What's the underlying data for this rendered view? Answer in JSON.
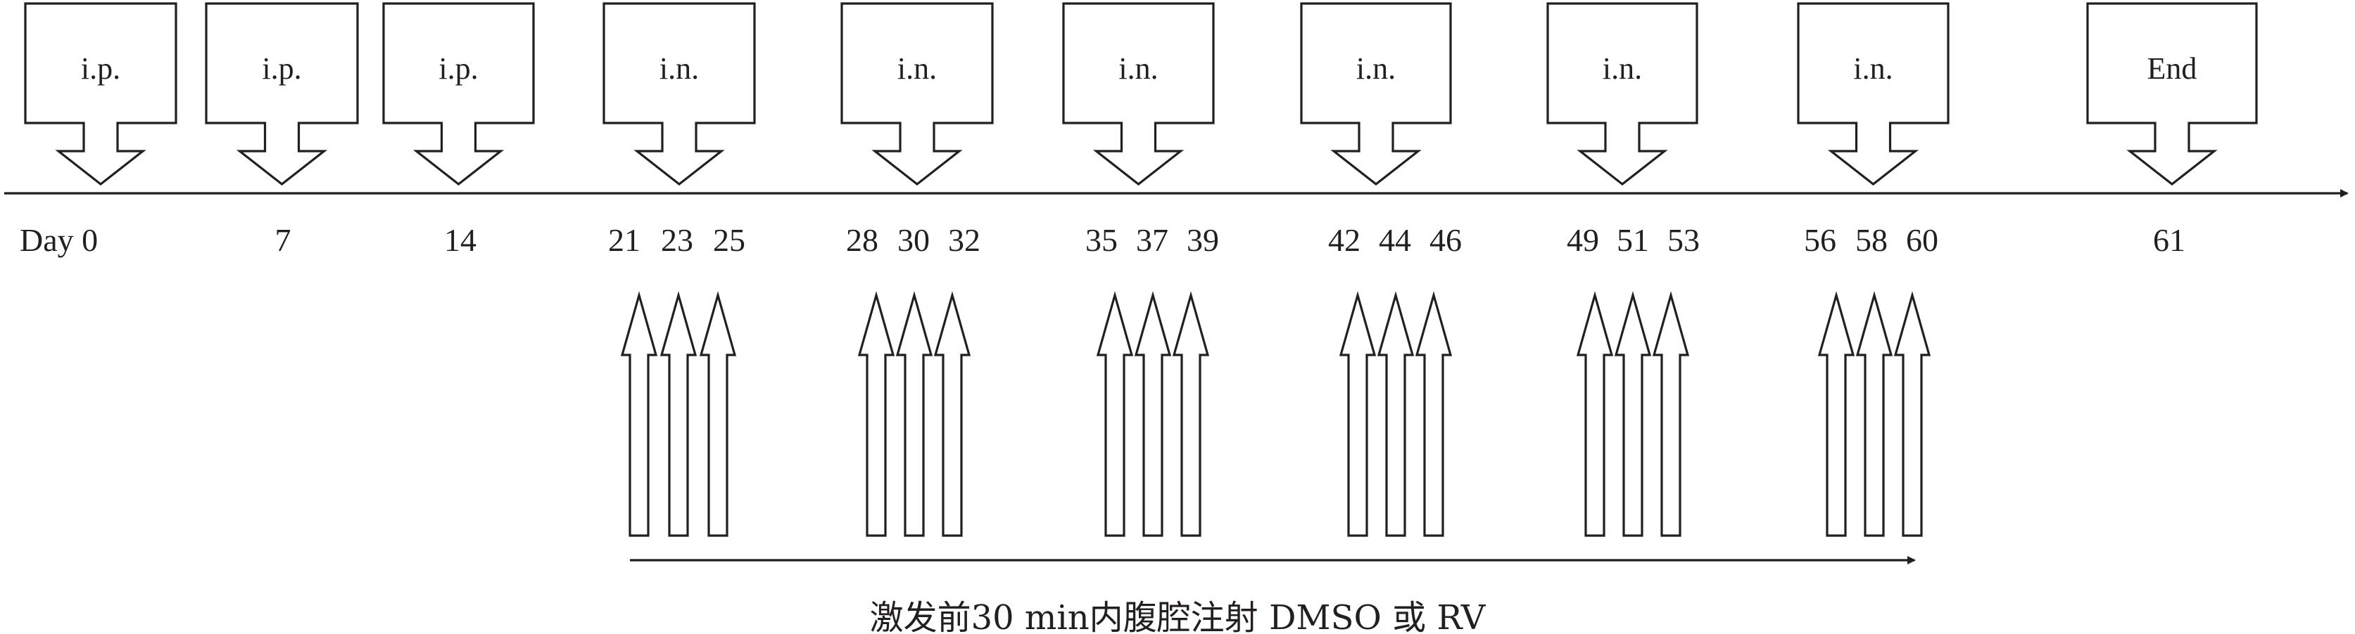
{
  "callouts": [
    {
      "label": "i.p."
    },
    {
      "label": "i.p."
    },
    {
      "label": "i.p."
    },
    {
      "label": "i.n."
    },
    {
      "label": "i.n."
    },
    {
      "label": "i.n."
    },
    {
      "label": "i.n."
    },
    {
      "label": "i.n."
    },
    {
      "label": "i.n."
    },
    {
      "label": "End"
    }
  ],
  "day_prefix": "Day",
  "days": [
    "0",
    "7",
    "14",
    "21",
    "23",
    "25",
    "28",
    "30",
    "32",
    "35",
    "37",
    "39",
    "42",
    "44",
    "46",
    "49",
    "51",
    "53",
    "56",
    "58",
    "60",
    "61"
  ],
  "caption": "激发前30 min内腹腔注射 DMSO 或 RV",
  "colors": {
    "line": "#231f20",
    "background": "#ffffff"
  }
}
